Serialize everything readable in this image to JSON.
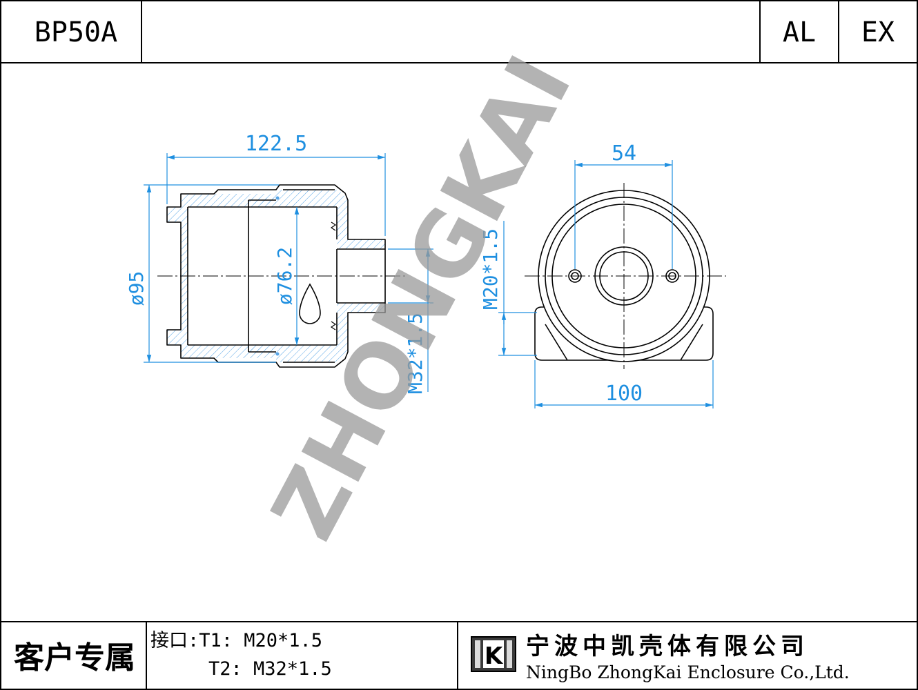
{
  "header": {
    "model": "BP50A",
    "material": "AL",
    "rating": "EX"
  },
  "dimensions": {
    "length": "122.5",
    "diameter": "ø95",
    "inner_diameter": "ø76.2",
    "port_t2": "M32*1.5",
    "port_t1": "M20*1.5",
    "hole_spacing": "54",
    "width": "100"
  },
  "watermark": "ZHONGKAI",
  "footer": {
    "customer_label": "客户专属",
    "ports_line1": "接口:T1: M20*1.5",
    "ports_line2": "T2: M32*1.5",
    "company_cn": "宁波中凯壳体有限公司",
    "company_en": "NingBo ZhongKai Enclosure Co.,Ltd.",
    "logo_letter": "K"
  },
  "colors": {
    "line": "#000000",
    "dimension": "#1e8fe0",
    "hatch": "#5aa6e6",
    "watermark": "#9a9a9a"
  },
  "icons": {
    "company_logo": "zhongkai-k-logo"
  }
}
